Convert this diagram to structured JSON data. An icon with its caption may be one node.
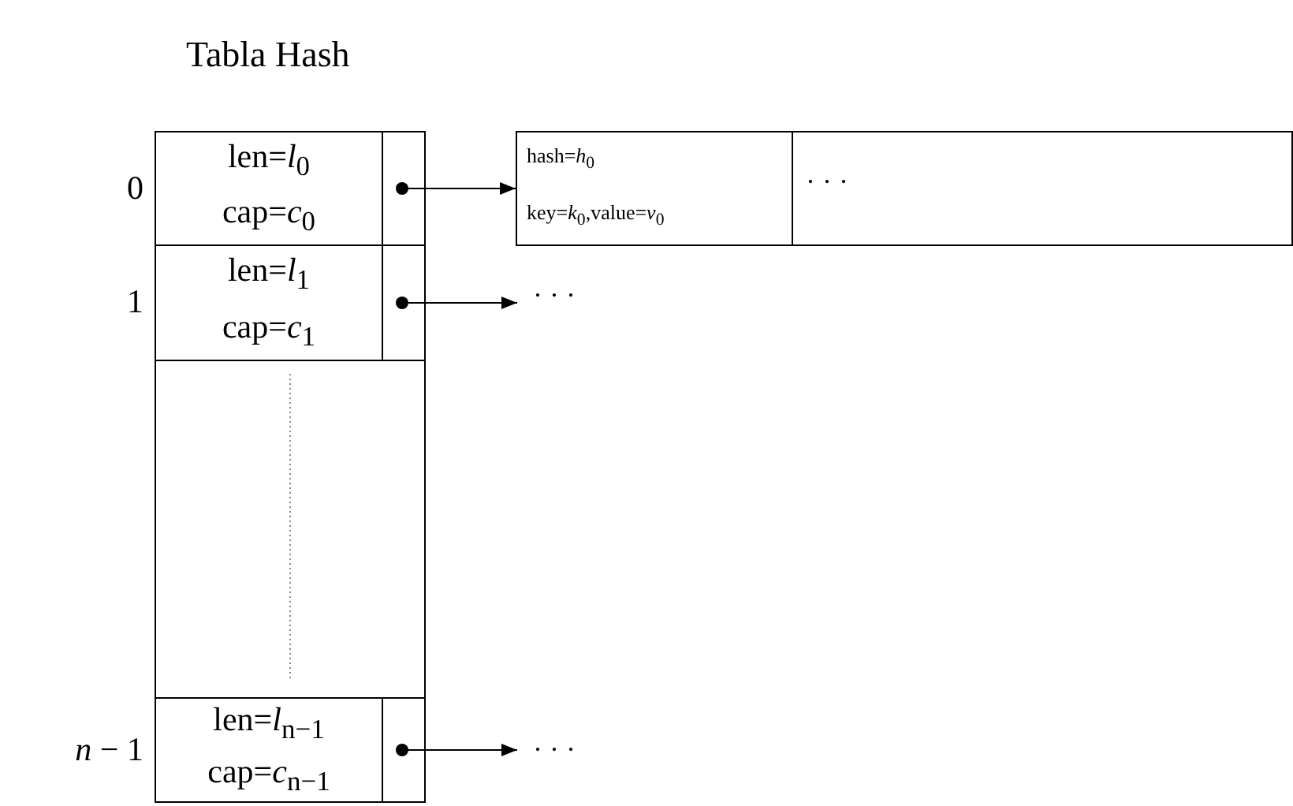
{
  "diagram": {
    "title": "Tabla Hash",
    "nodes": [
      {
        "text": [
          "len=*l*$_{0}$",
          "cap=*c*$_{0}$"
        ],
        "beside": [
          "0"
        ]
      },
      {
        "text": [],
        "shape": "box",
        "in": 0
      },
      {
        "text": [
          "hash=*h*$_{0}$",
          "key=*k*$_{0}$,value=*v*$_{0}$"
        ]
      },
      {
        "text": [
          "· · ·"
        ],
        "in": 2
      },
      {
        "text": [
          "len=*l*$_{1}$",
          "cap=*c*$_{1}$"
        ],
        "beside": [
          "1"
        ]
      },
      {
        "text": [],
        "shape": "box",
        "in": 4
      },
      {
        "text": [
          "· · ·"
        ]
      },
      {
        "text": [],
        "shape": "box"
      },
      {
        "text": [
          "len=*l*$_{n−1}$",
          "cap=*c*$_{n−1}$"
        ],
        "beside": [
          "*n* − 1"
        ]
      },
      {
        "text": [],
        "shape": "box",
        "in": 8
      },
      {
        "text": [
          "· · ·"
        ]
      }
    ],
    "edges": [
      {
        "from": 1,
        "to": 2,
        "arrow": "to"
      },
      {
        "from": 5,
        "to": 6,
        "arrow": "to"
      },
      {
        "from": 9,
        "to": 10,
        "arrow": "to"
      }
    ]
  }
}
